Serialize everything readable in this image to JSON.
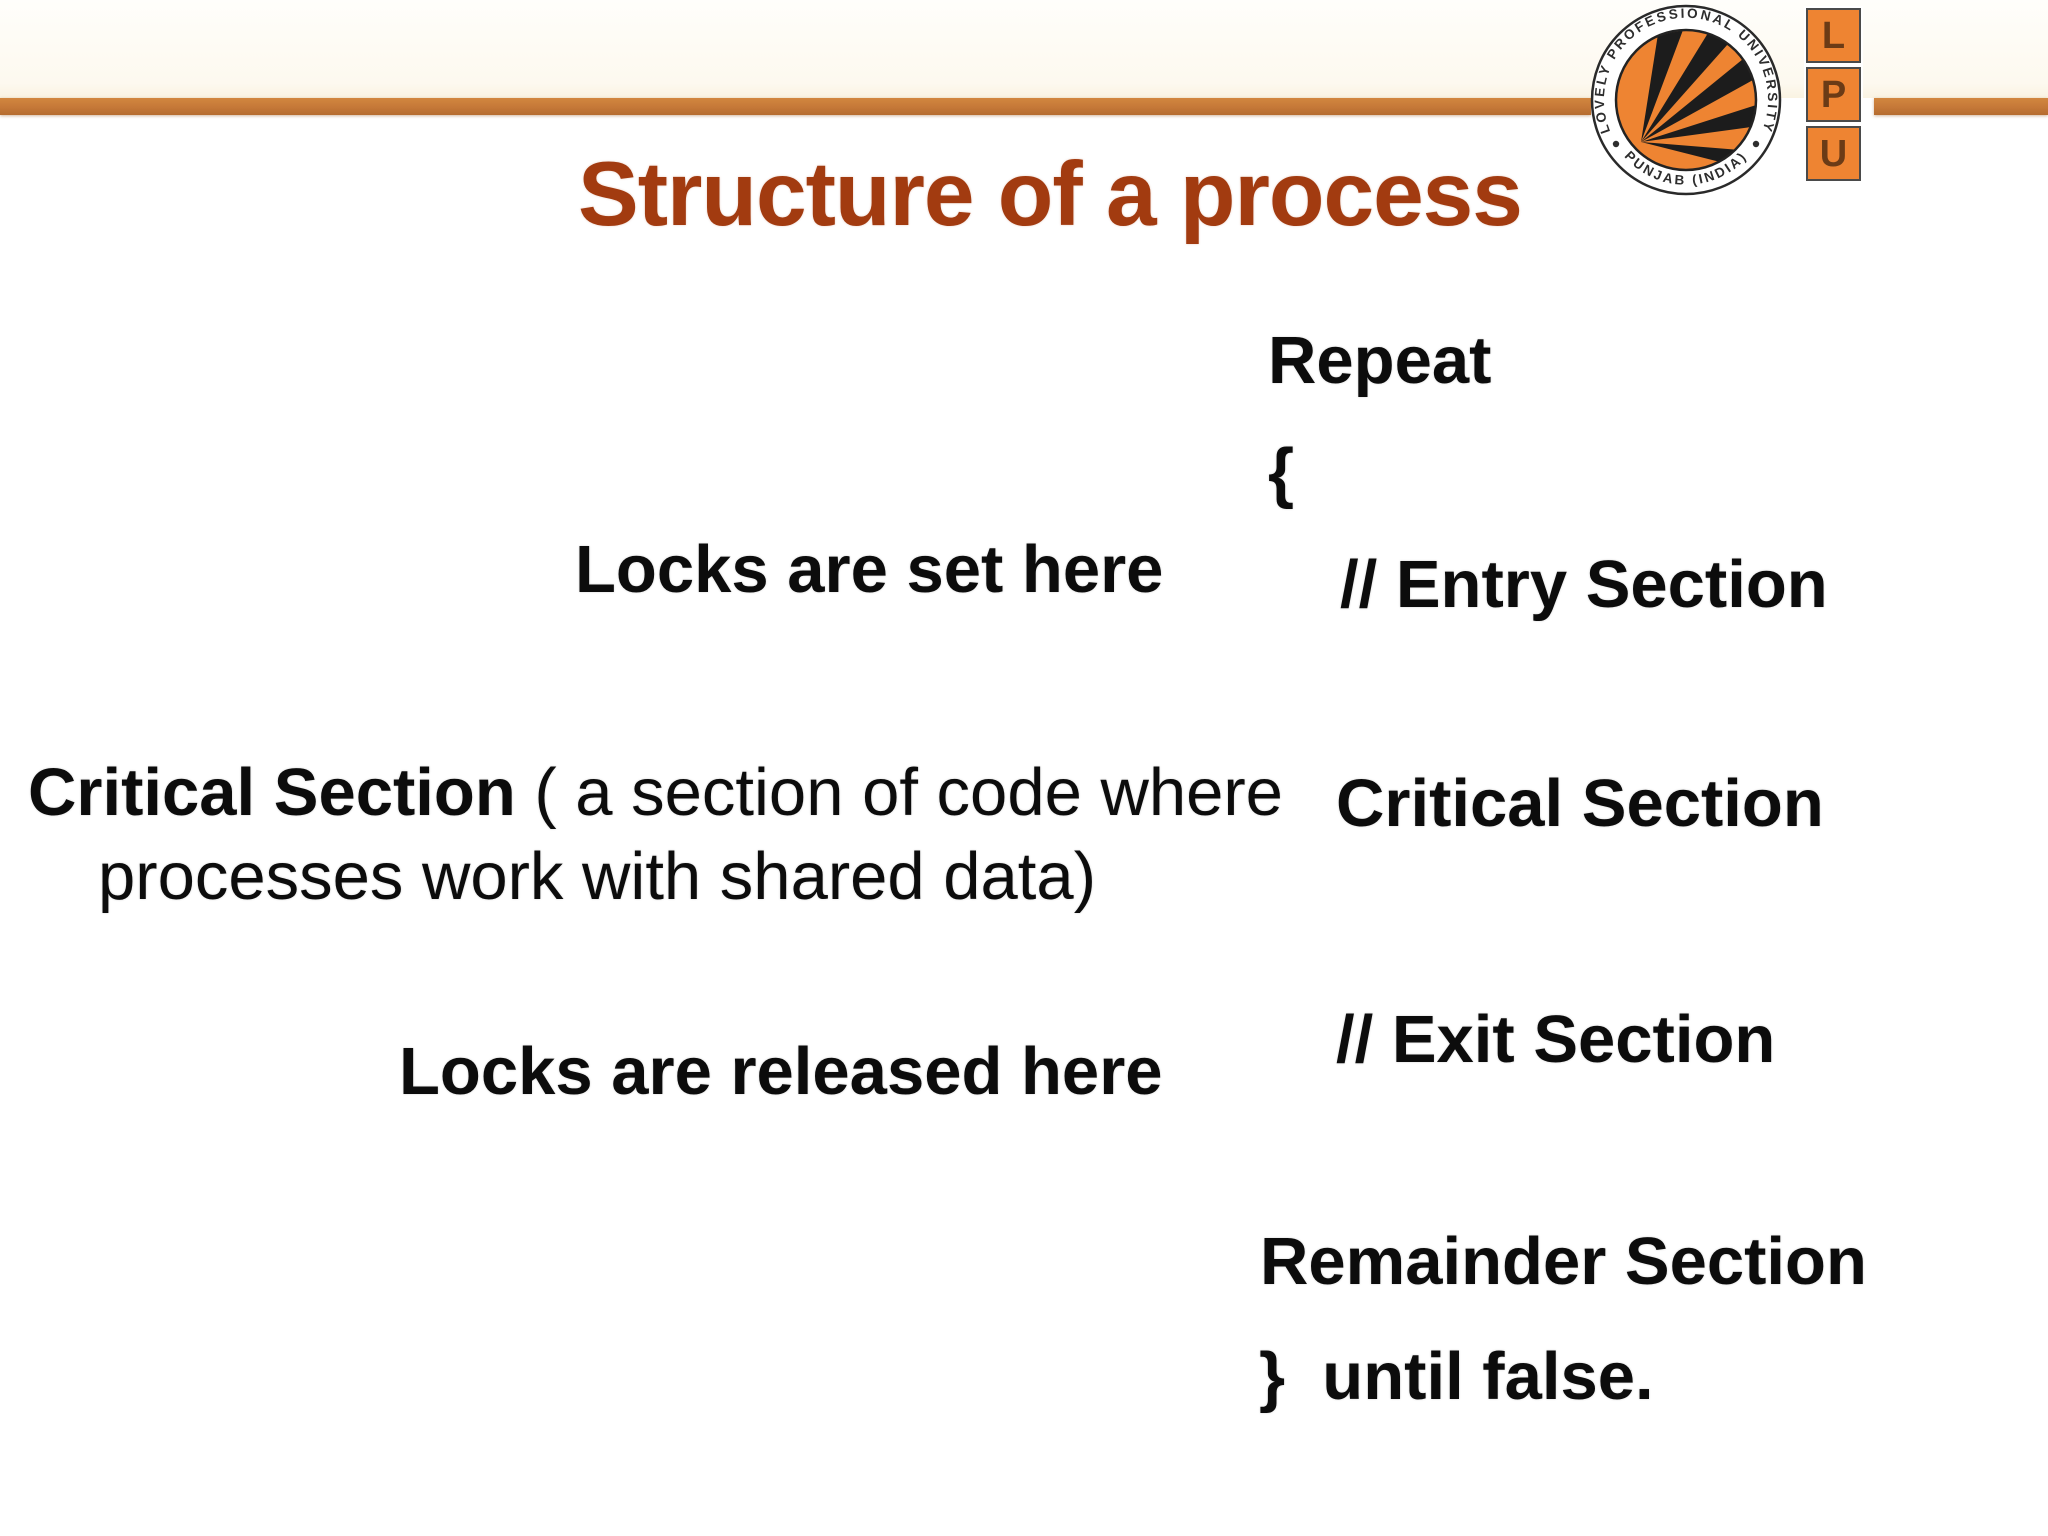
{
  "slide": {
    "title": "Structure of a process",
    "title_color": "#a23b10",
    "accent_line_color": "#c57838",
    "background_color": "#ffffff",
    "text_color": "#0c0c0c"
  },
  "logo": {
    "seal_arc_top": "LOVELY   PROFESSIONAL   UNIVERSITY",
    "seal_arc_bottom": "PUNJAB (INDIA)",
    "letters": [
      "L",
      "P",
      "U"
    ],
    "orange": "#ee8432",
    "letter_color": "#6b3b16"
  },
  "left_column": {
    "locks_set": "Locks are set here",
    "critical_bold": "Critical Section",
    "critical_rest": " ( a section of code where processes work with shared data)",
    "locks_released": "Locks are released here"
  },
  "right_column": {
    "repeat": "Repeat",
    "open_brace": "{",
    "entry": "// Entry Section",
    "critical": "Critical Section",
    "exit": "// Exit Section",
    "remainder": "Remainder Section",
    "until": "}  until false."
  }
}
